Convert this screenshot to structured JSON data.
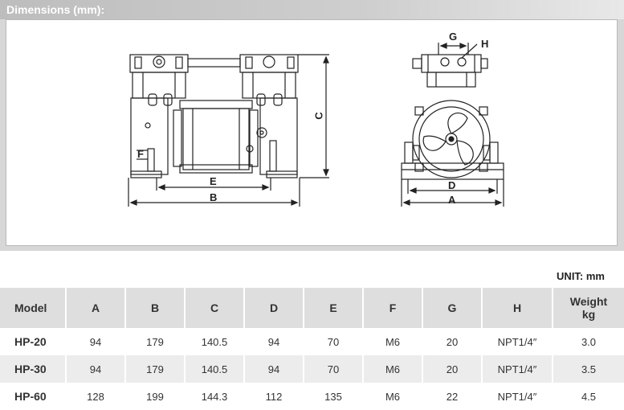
{
  "panel": {
    "title": "Dimensions (mm):"
  },
  "drawing": {
    "side_labels": {
      "F": "F",
      "E": "E",
      "B": "B",
      "C": "C"
    },
    "front_labels": {
      "G": "G",
      "H": "H",
      "D": "D",
      "A": "A"
    }
  },
  "unit": "UNIT: mm",
  "table": {
    "headers": [
      "Model",
      "A",
      "B",
      "C",
      "D",
      "E",
      "F",
      "G",
      "H",
      "Weight kg"
    ],
    "rows": [
      [
        "HP-20",
        "94",
        "179",
        "140.5",
        "94",
        "70",
        "M6",
        "20",
        "NPT1/4″",
        "3.0"
      ],
      [
        "HP-30",
        "94",
        "179",
        "140.5",
        "94",
        "70",
        "M6",
        "20",
        "NPT1/4″",
        "3.5"
      ],
      [
        "HP-60",
        "128",
        "199",
        "144.3",
        "112",
        "135",
        "M6",
        "22",
        "NPT1/4″",
        "4.5"
      ]
    ]
  },
  "colors": {
    "header_bg": "#dedede",
    "row_alt_bg": "#ececec",
    "panel_bg": "#d7d7d7"
  }
}
